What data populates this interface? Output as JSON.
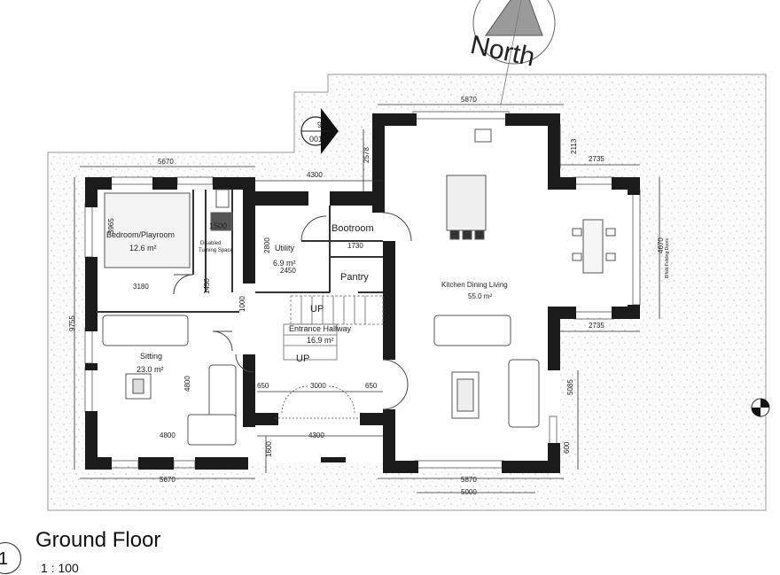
{
  "north_label": "North",
  "section_marker": {
    "top": "9",
    "bottom": "001"
  },
  "rooms": {
    "bedroom": {
      "name": "Bedroom/Playroom",
      "area": "12.6 m²"
    },
    "utility": {
      "name": "Utility",
      "area": "6.9 m²"
    },
    "bootroom": {
      "name": "Bootroom"
    },
    "pantry": {
      "name": "Pantry"
    },
    "kitchen": {
      "name": "Kitchen Dining Living",
      "area": "55.0 m²"
    },
    "sitting": {
      "name": "Sitting",
      "area": "23.0 m²"
    },
    "hallway": {
      "name": "Entrance Hallway",
      "area": "16.9 m²"
    },
    "turning": {
      "size": "1500",
      "line1": "Disabled",
      "line2": "Turning Space"
    }
  },
  "stairs": {
    "up1": "UP",
    "up2": "UP"
  },
  "dimensions": {
    "top_kitchen": "5870",
    "top_left": "5670",
    "top_mid": "4300",
    "d2578": "2578",
    "d2113": "2113",
    "d2735_top": "2735",
    "d2735_bottom": "2735",
    "d4670": "4670",
    "bifold": "Bifold Folding Doors",
    "d3965": "3965",
    "d3180": "3180",
    "d1450": "1450",
    "d2800": "2800",
    "d2450": "2450",
    "d1730": "1730",
    "d1000": "1000",
    "d9755": "9755",
    "d4800_v": "4800",
    "d4800_h": "4800",
    "d650_l": "650",
    "d3000": "3000",
    "d650_r": "650",
    "d4300_b": "4300",
    "d1600": "1600",
    "bottom_left": "5670",
    "bottom_kitchen": "5870",
    "d5000": "5000",
    "d5085": "5085",
    "d600": "600"
  },
  "view": {
    "number": "1",
    "title": "Ground Floor",
    "scale": "1 : 100"
  }
}
